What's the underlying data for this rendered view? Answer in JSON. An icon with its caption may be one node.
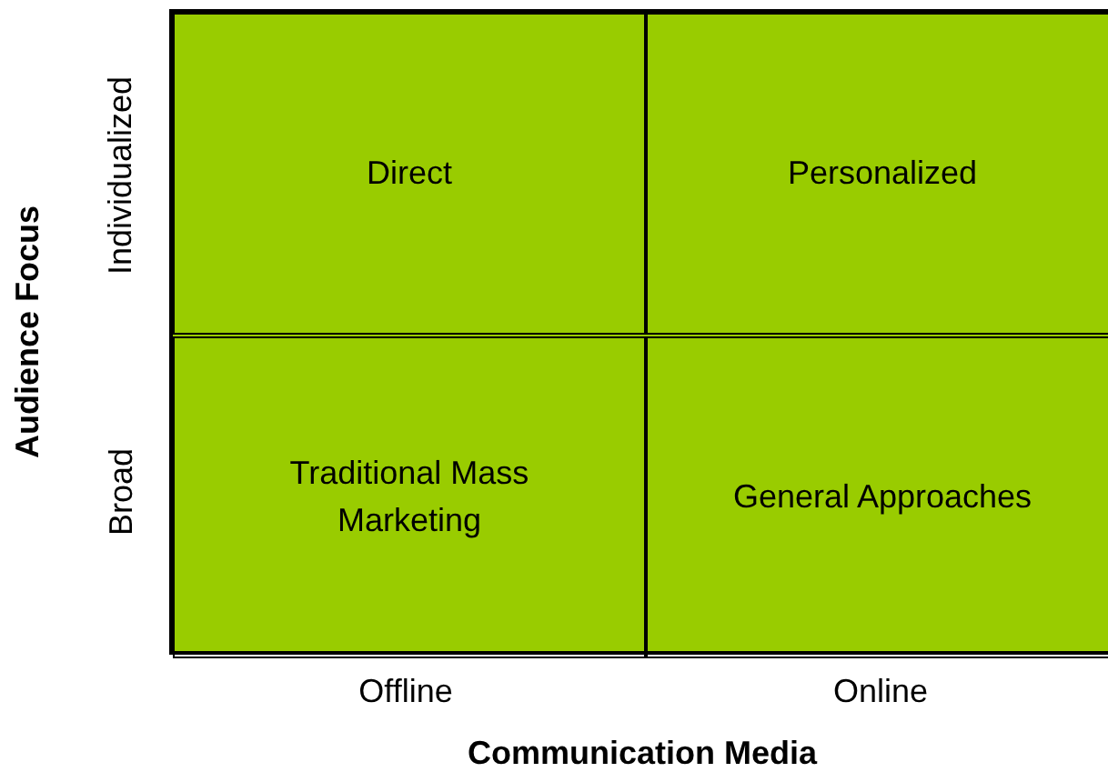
{
  "diagram": {
    "nodes": [
      {
        "text": [
          "Direct"
        ]
      },
      {
        "text": [
          "Personalized"
        ]
      },
      {
        "text": [
          "Traditional Mass Marketing"
        ]
      },
      {
        "text": [
          "General Approaches"
        ]
      }
    ],
    "labels": [
      "Audience Focus",
      "Individualized",
      "Broad",
      "Offline",
      "Online",
      "Communication Media"
    ]
  }
}
